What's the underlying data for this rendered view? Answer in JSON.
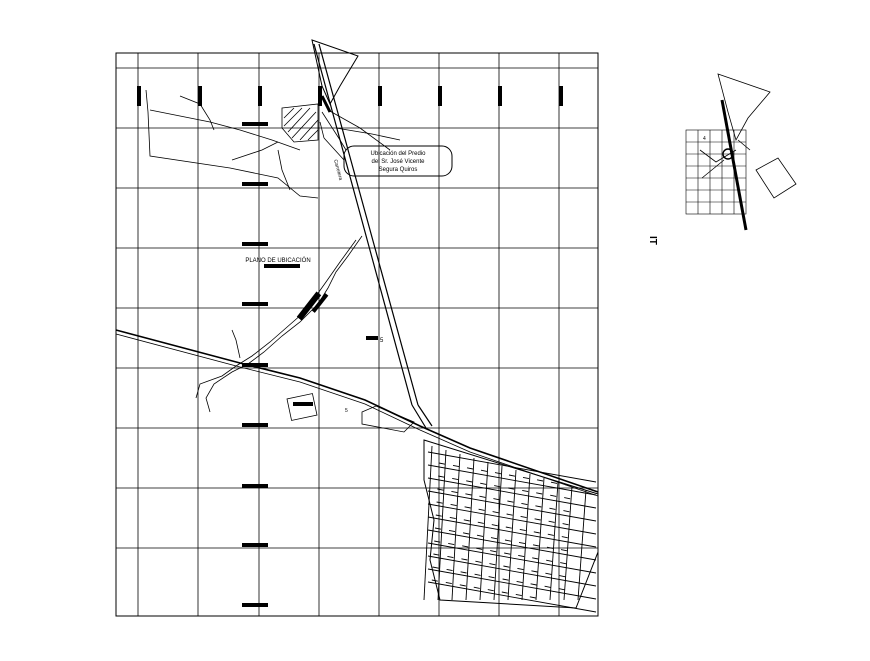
{
  "drawing": {
    "callout_line1": "Ubicación del Predio",
    "callout_line2": "del Sr. José Vicente",
    "callout_line3": "Segura Quiros",
    "plan_label": "PLANO DE UBICACIÓN",
    "road_label": "Carretera",
    "small_mark": "IT",
    "plot_mark_a": "5",
    "plot_mark_b": "5",
    "plot_mark_c": "4",
    "line_color": "#000000",
    "background_color": "#ffffff"
  }
}
